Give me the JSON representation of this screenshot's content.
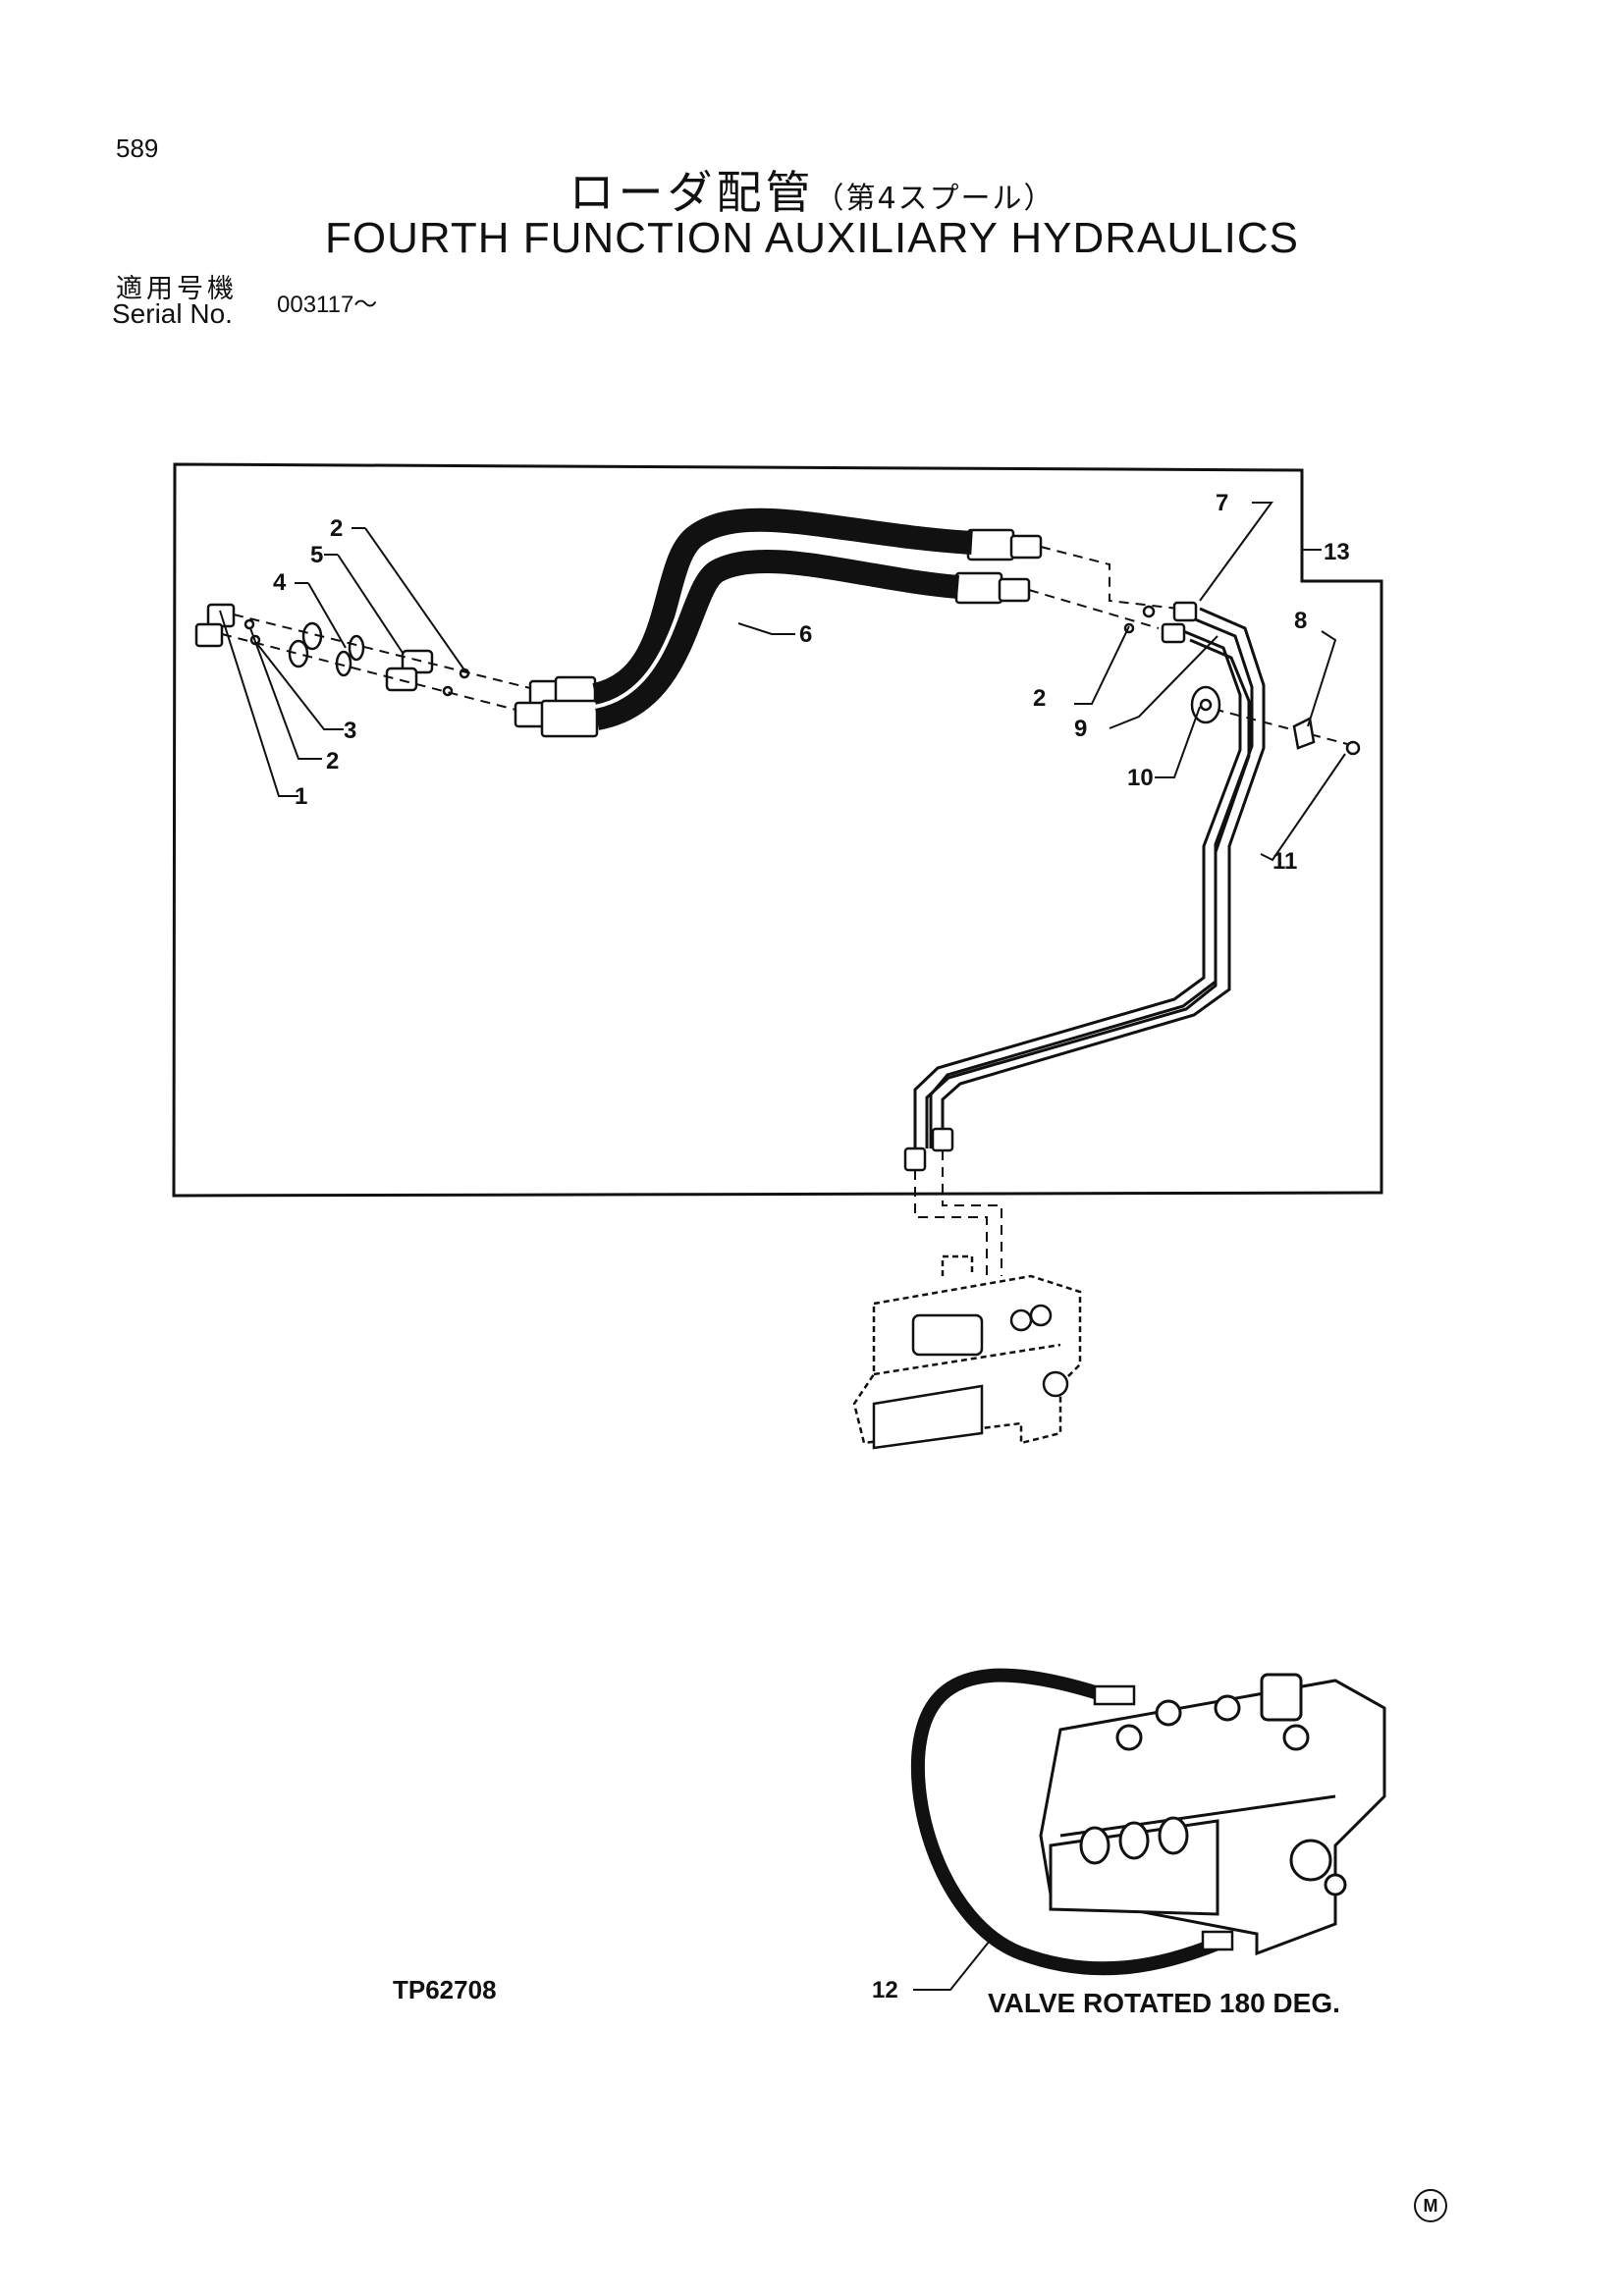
{
  "page_number": "589",
  "title_jp": "ローダ配管",
  "title_jp_sub": "（第4スプール）",
  "title_en": "FOURTH FUNCTION AUXILIARY HYDRAULICS",
  "serial_label_jp": "適用号機",
  "serial_label_en": "Serial No.",
  "serial_value": "003117～",
  "callouts": [
    "1",
    "2",
    "2",
    "2",
    "3",
    "4",
    "5",
    "6",
    "7",
    "8",
    "9",
    "10",
    "11",
    "12",
    "13"
  ],
  "reference_code": "TP62708",
  "view_note": "VALVE ROTATED 180 DEG.",
  "mark": "M"
}
